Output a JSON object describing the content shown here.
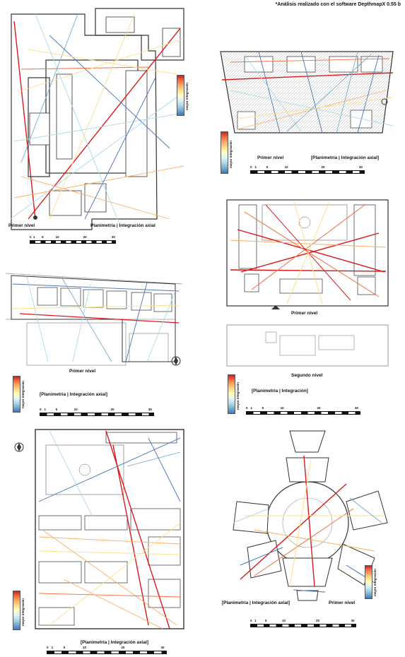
{
  "header": {
    "software_note": "*Análisis realizado con el software DepthmapX 0.55 b"
  },
  "legend_label": "mayor integración",
  "scale_ticks": [
    "0",
    "1",
    "5",
    "10",
    "20",
    "30"
  ],
  "colors": {
    "high": "#d7191c",
    "mid_high": "#f46d43",
    "mid": "#fdae61",
    "low_mid": "#fee08b",
    "low": "#abd9e9",
    "lowest": "#4575b4",
    "walls": "#333333",
    "context": "#9a9a9a"
  },
  "panels": [
    {
      "id": "p1",
      "label_level": "Primer nivel",
      "label_plan": "Planimetría | Integración axial"
    },
    {
      "id": "p2",
      "label_level": "Primer nivel",
      "label_plan": "[Planimetría | Integración axial]"
    },
    {
      "id": "p3",
      "label_level": "Primer nivel",
      "label_plan": "[Planimetría | Integración axial]"
    },
    {
      "id": "p4",
      "label_level": "Primer nivel",
      "label_level_2": "Segundo nivel",
      "label_plan": "[Planimetría | Integración]"
    },
    {
      "id": "p5",
      "label_plan": "[Planimetría | Integración axial]"
    },
    {
      "id": "p6",
      "label_level": "Primer nivel",
      "label_plan": "[Planimetría | Integración axial]"
    }
  ]
}
